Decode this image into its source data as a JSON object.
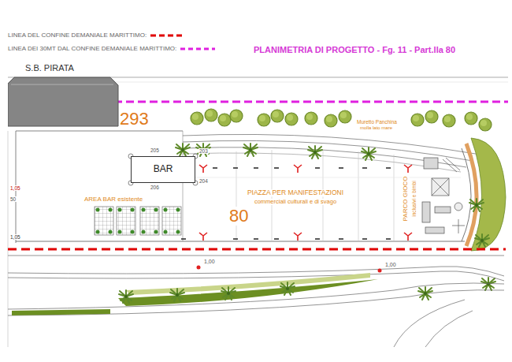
{
  "diagram": {
    "title": "PLANIMETRIA DI PROGETTO - Fg. 11 - Part.lla 80",
    "nodes": [
      {
        "text": [
          "S.B. PIRATA"
        ]
      },
      {
        "text": [
          "BAR"
        ]
      }
    ],
    "labels": [
      "293",
      "205",
      "206",
      "204",
      "203",
      "AREA BAR esistente",
      "Muretto Panchina",
      "molla lato mare",
      "PIAZZA PER MANIFESTAZIONI",
      "commerciali culturali e di svago",
      "80",
      "PARCO GIOCO",
      "inclusivi e bimbi",
      "1,05",
      "50",
      "1,05",
      "1,00",
      "1,00"
    ],
    "legend": [
      {
        "text": "LINEA DEL CONFINE DEMANIALE MARITTIMO:"
      },
      {
        "text": "LINEA DEI 30MT DAL CONFINE DEMANIALE MARITTIMO:"
      }
    ]
  }
}
